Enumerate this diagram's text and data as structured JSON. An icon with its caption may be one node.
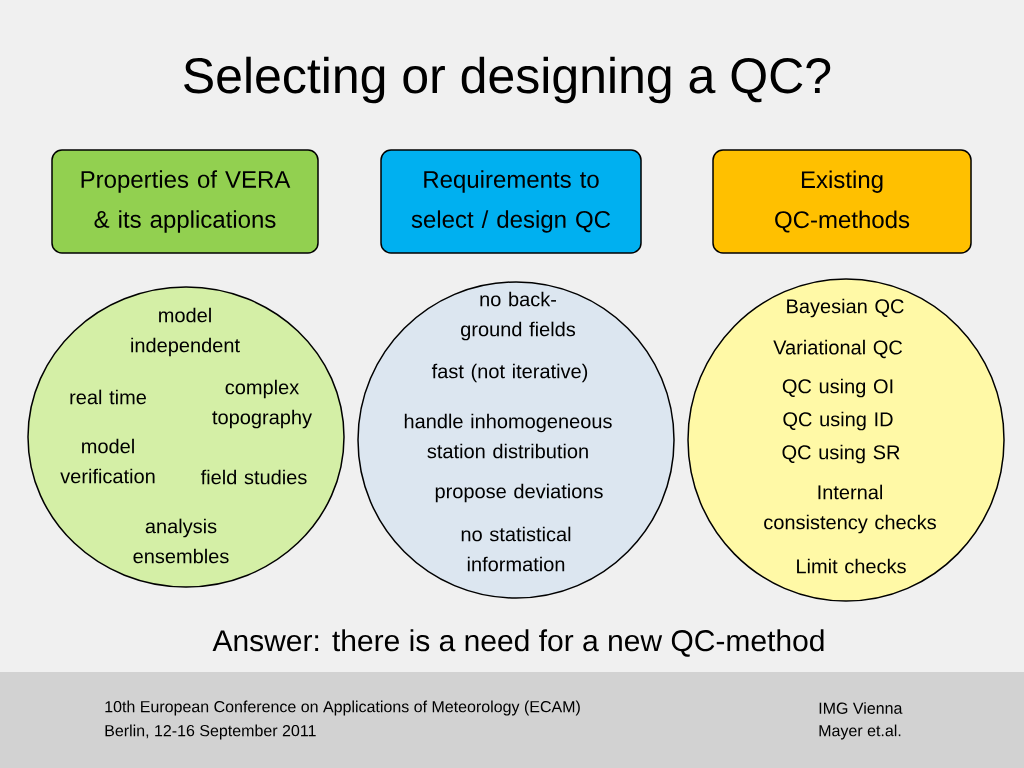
{
  "diagram": {
    "title": "Selecting or designing a QC?",
    "nodes": [
      {
        "text": [
          "Properties of VERA & its applications"
        ]
      },
      {
        "text": [
          "Requirements to select / design QC"
        ]
      },
      {
        "text": [
          "Existing QC-methods"
        ]
      },
      {
        "text": [
          "model independent",
          "real time",
          "complex topography",
          "model verification",
          "field studies",
          "analysis ensembles"
        ]
      },
      {
        "text": [
          "no back- ground fields",
          "fast (not iterative)",
          "handle inhomogeneous station distribution",
          "propose deviations",
          "no statistical information"
        ]
      },
      {
        "text": [
          "Bayesian QC",
          "Variational QC",
          "QC using OI",
          "QC using ID",
          "QC using SR",
          "Internal consistency checks",
          "Limit checks"
        ]
      }
    ],
    "labels": [
      "Answer: there is a need for a new QC-method",
      "10th European Conference on Applications of Meteorology (ECAM)",
      "Berlin, 12-16 September 2011",
      "IMG Vienna",
      "Mayer et.al."
    ]
  }
}
